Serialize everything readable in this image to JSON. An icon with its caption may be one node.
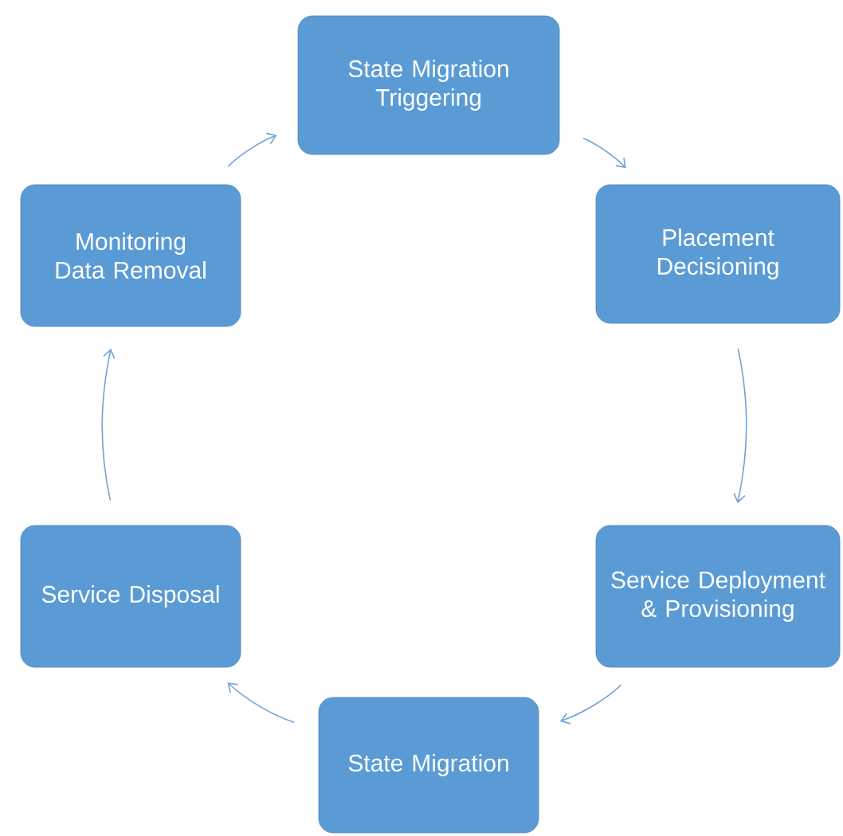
{
  "diagram": {
    "nodes": [
      {
        "text": [
          "State Migration Triggering"
        ]
      },
      {
        "text": [
          "Placement Decisioning"
        ]
      },
      {
        "text": [
          "Service Deployment & Provisioning"
        ]
      },
      {
        "text": [
          "State Migration"
        ]
      },
      {
        "text": [
          "Service Disposal"
        ]
      },
      {
        "text": [
          "Monitoring Data Removal"
        ]
      }
    ],
    "edges": [
      {
        "from": 0,
        "to": 1,
        "arrow": "to"
      },
      {
        "from": 1,
        "to": 2,
        "arrow": "to"
      },
      {
        "from": 2,
        "to": 3,
        "arrow": "to"
      },
      {
        "from": 3,
        "to": 4,
        "arrow": "to"
      },
      {
        "from": 4,
        "to": 5,
        "arrow": "to"
      },
      {
        "from": 5,
        "to": 0,
        "arrow": "to"
      }
    ]
  }
}
